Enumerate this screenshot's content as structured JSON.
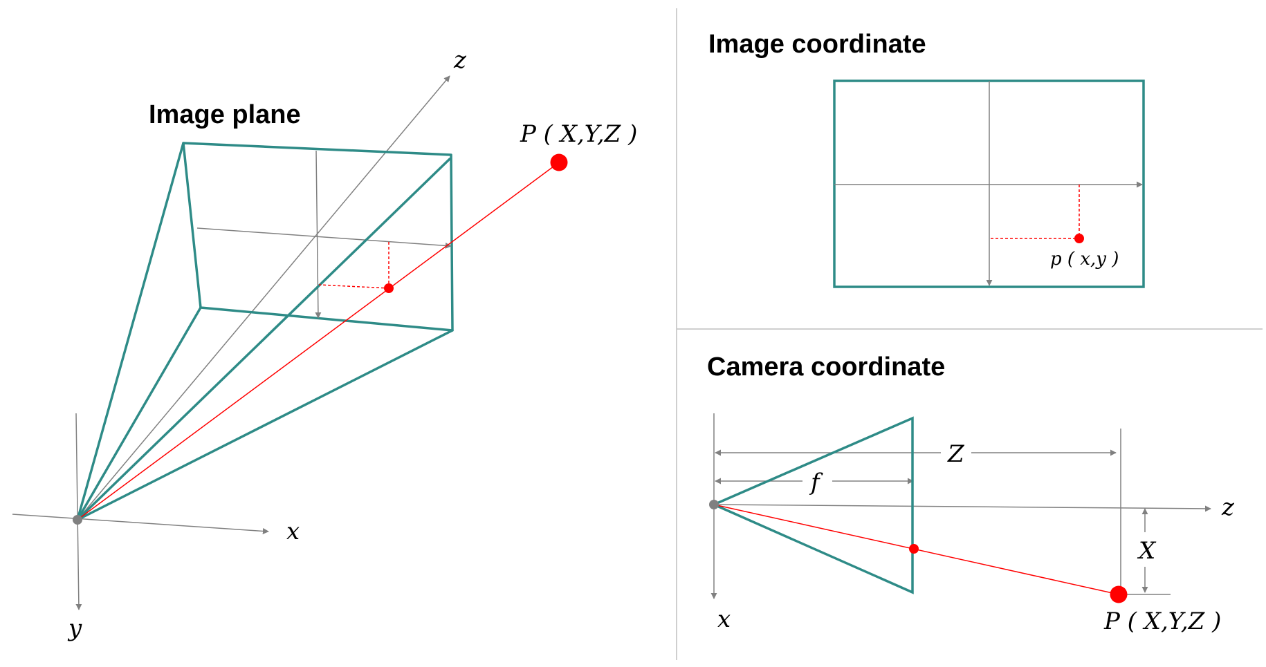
{
  "titles": {
    "image_plane": "Image plane",
    "image_coordinate": "Image coordinate",
    "camera_coordinate": "Camera coordinate"
  },
  "labels": {
    "point_3d": "P ( X,Y,Z )",
    "point_2d": "p ( x,y )",
    "axis_x": "x",
    "axis_y": "y",
    "axis_z": "z",
    "dim_Z": "Z",
    "dim_f": "f",
    "dim_X": "X"
  },
  "colors": {
    "frame": "#2e8b87",
    "ray": "#ff0000",
    "axis": "#808080",
    "origin": "#808080",
    "divider": "#bfbfbf",
    "text": "#000000"
  }
}
